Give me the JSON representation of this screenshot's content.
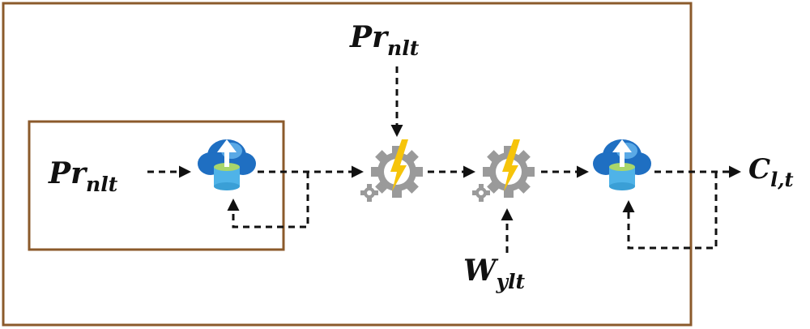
{
  "labels": {
    "input_main": "Pr",
    "input_sub": "nlt",
    "top_main": "Pr",
    "top_sub": "nlt",
    "bottom_main": "W",
    "bottom_sub": "ylt",
    "output_main": "C",
    "output_sub": "l,t"
  },
  "colors": {
    "frame": "#8b5a2b",
    "cloud": "#1f6fc2",
    "cloud_light": "#5aa9e6",
    "storage_top": "#a9d66b",
    "storage_body": "#4fb3e8",
    "gear": "#9a9a9a",
    "bolt": "#f6c40a"
  },
  "icons": {
    "storage": "cloud-storage-icon",
    "processor": "gear-bolt-icon"
  }
}
